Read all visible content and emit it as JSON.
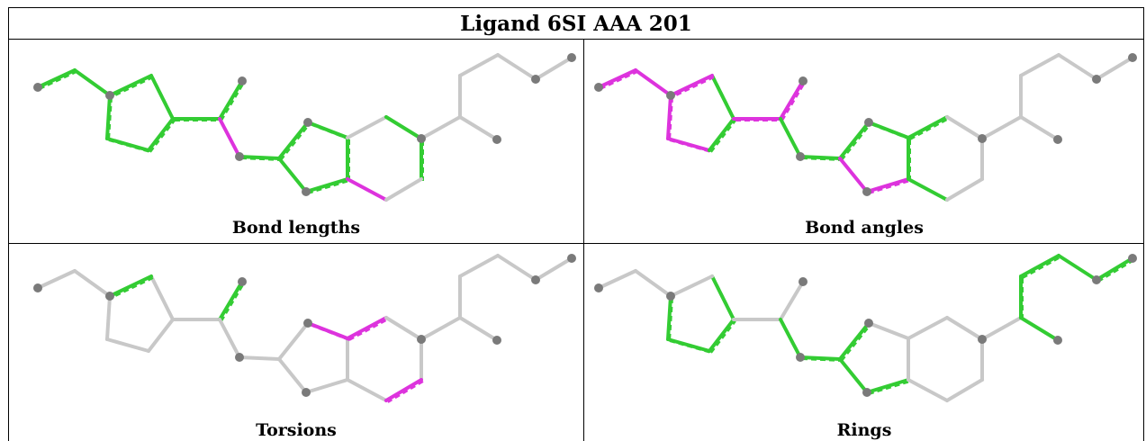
{
  "title": "Ligand 6SI AAA 201",
  "colors": {
    "neutral": "#c8c8c8",
    "good": "#33cc33",
    "bad": "#dd33dd",
    "atom": "#7a7a7a"
  },
  "panels": [
    {
      "label": "Bond lengths",
      "bad": [
        "b18",
        "b10"
      ],
      "good": [
        "b1",
        "b2",
        "b3",
        "b4",
        "b5",
        "b6",
        "b7",
        "b8",
        "b9",
        "b11",
        "b12",
        "b13",
        "b14",
        "b15",
        "b16",
        "b19",
        "b20"
      ]
    },
    {
      "label": "Bond angles",
      "bad": [
        "b1",
        "b2",
        "b3",
        "b4",
        "b7",
        "b8",
        "b9",
        "b13",
        "b14"
      ],
      "good": [
        "b5",
        "b6",
        "b10",
        "b11",
        "b12",
        "b15",
        "b16",
        "b17",
        "b18"
      ]
    },
    {
      "label": "Torsions",
      "bad": [
        "b16",
        "b17",
        "b21"
      ],
      "good": [
        "b7",
        "b9"
      ]
    },
    {
      "label": "Rings",
      "bad": [],
      "good": [
        "b3",
        "b4",
        "b5",
        "b6",
        "b12",
        "b13",
        "b14",
        "b10",
        "b11",
        "b23",
        "b24",
        "b25",
        "b26",
        "b27"
      ]
    }
  ]
}
